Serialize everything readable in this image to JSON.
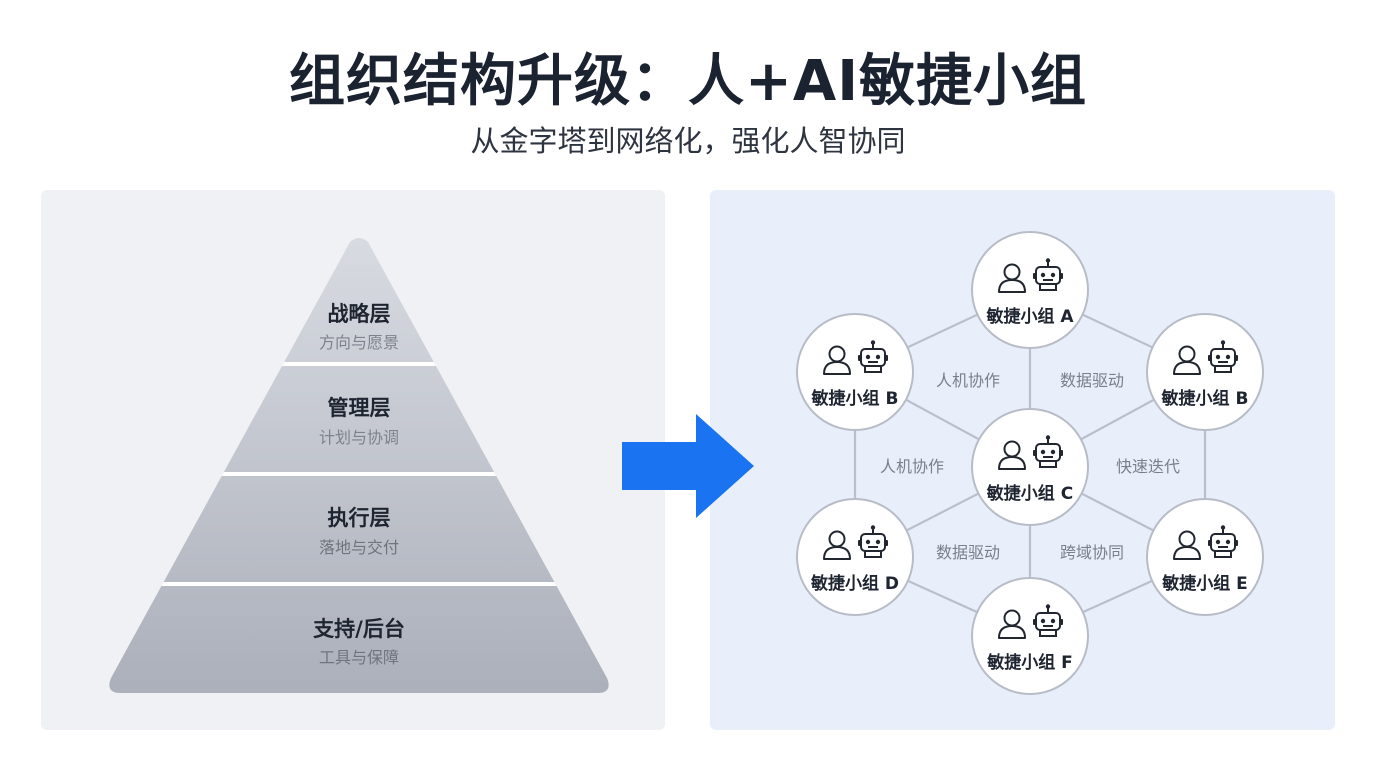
{
  "header": {
    "title": "组织结构升级：人+AI敏捷小组",
    "subtitle": "从金字塔到网络化，强化人智协同"
  },
  "pyramid": {
    "layers": [
      {
        "title": "战略层",
        "desc": "方向与愿景"
      },
      {
        "title": "管理层",
        "desc": "计划与协调"
      },
      {
        "title": "执行层",
        "desc": "落地与交付"
      },
      {
        "title": "支持/后台",
        "desc": "工具与保障"
      }
    ]
  },
  "network": {
    "nodes": [
      {
        "label": "敏捷小组 A"
      },
      {
        "label": "敏捷小组 B"
      },
      {
        "label": "敏捷小组 B"
      },
      {
        "label": "敏捷小组 C"
      },
      {
        "label": "敏捷小组 D"
      },
      {
        "label": "敏捷小组 E"
      },
      {
        "label": "敏捷小组 F"
      }
    ],
    "edge_labels": [
      {
        "text": "人机协作"
      },
      {
        "text": "数据驱动"
      },
      {
        "text": "人机协作"
      },
      {
        "text": "快速迭代"
      },
      {
        "text": "数据驱动"
      },
      {
        "text": "跨域协同"
      }
    ]
  },
  "colors": {
    "title": "#1b2230",
    "arrow": "#1a73f0",
    "pyramid_top": "#dadde3",
    "pyramid_bottom": "#a9adb8",
    "node_border": "#b8bcc6",
    "edge": "#b9c0cc"
  },
  "icons": {
    "arrow": "right-arrow-icon",
    "person": "person-icon",
    "robot": "robot-icon"
  }
}
